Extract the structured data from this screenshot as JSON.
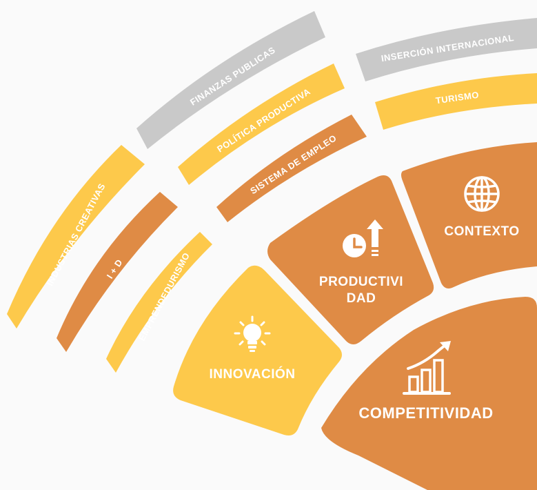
{
  "colors": {
    "orange": "#df8b45",
    "yellow": "#fdc94b",
    "gray": "#c9c9c9",
    "background": "#fafafa",
    "text": "#ffffff"
  },
  "core": {
    "label": "COMPETITIVIDAD",
    "icon": "bar-chart-growth-icon"
  },
  "pillars": {
    "innovacion": {
      "label": "INNOVACIÓN",
      "icon": "lightbulb-icon"
    },
    "productividad": {
      "label_line1": "PRODUCTIVI",
      "label_line2": "DAD",
      "icon": "clock-arrow-up-icon"
    },
    "contexto": {
      "label": "CONTEXTO",
      "icon": "globe-icon"
    }
  },
  "factors": {
    "emprendedurismo": "EMPRENDEDURISMO",
    "i_mas_d": "I + D",
    "industrias_creativas": "INDUSTRIAS CREATIVAS",
    "sistema_empleo": "SISTEMA DE EMPLEO",
    "politica_productiva": "POLÍTICA PRODUCTIVA",
    "finanzas_publicas": "FINANZAS PUBLICAS",
    "turismo": "TURISMO",
    "insercion_internacional": "INSERCIÓN INTERNACIONAL"
  }
}
